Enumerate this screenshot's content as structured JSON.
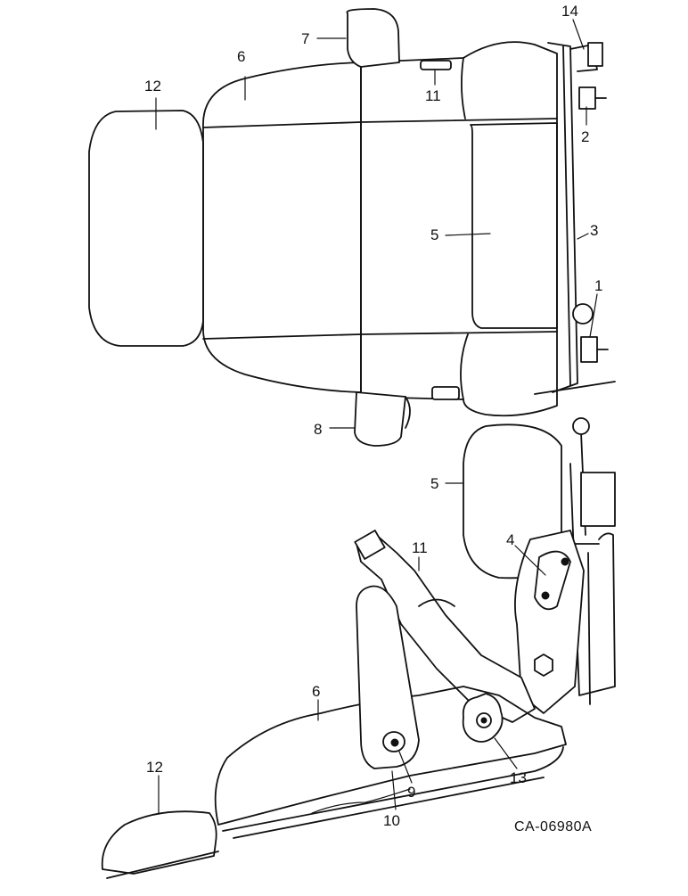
{
  "diagram": {
    "drawing_code": "CA-06980A",
    "callouts": [
      {
        "id": "c14",
        "label": "14"
      },
      {
        "id": "c7",
        "label": "7"
      },
      {
        "id": "c6a",
        "label": "6"
      },
      {
        "id": "c12a",
        "label": "12"
      },
      {
        "id": "c11a",
        "label": "11"
      },
      {
        "id": "c2",
        "label": "2"
      },
      {
        "id": "c3",
        "label": "3"
      },
      {
        "id": "c5a",
        "label": "5"
      },
      {
        "id": "c1",
        "label": "1"
      },
      {
        "id": "c8",
        "label": "8"
      },
      {
        "id": "c5b",
        "label": "5"
      },
      {
        "id": "c4",
        "label": "4"
      },
      {
        "id": "c11b",
        "label": "11"
      },
      {
        "id": "c6b",
        "label": "6"
      },
      {
        "id": "c12b",
        "label": "12"
      },
      {
        "id": "c13",
        "label": "13"
      },
      {
        "id": "c9",
        "label": "9"
      },
      {
        "id": "c10",
        "label": "10"
      }
    ]
  }
}
